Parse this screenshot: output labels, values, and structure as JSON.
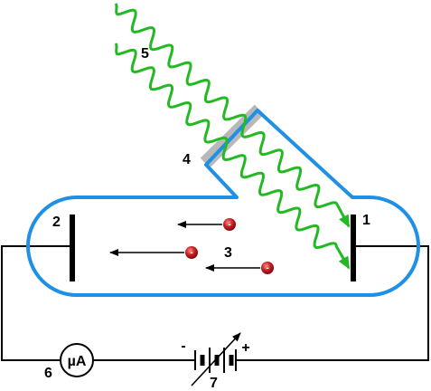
{
  "labels": {
    "cathode": "1",
    "anode": "2",
    "electrons": "3",
    "window": "4",
    "light": "5",
    "ammeter": "6",
    "source": "7"
  },
  "ammeter_text": "µA",
  "electron_charge": "-",
  "battery": {
    "minus": "-",
    "plus": "+"
  },
  "colors": {
    "tube": "#1e90e6",
    "light": "#22b922",
    "electron": "#c41e24",
    "window": "#b8b8b8",
    "wire": "#000000"
  },
  "icons": {
    "ammeter": "circle-with-text",
    "source": "variable-battery"
  }
}
